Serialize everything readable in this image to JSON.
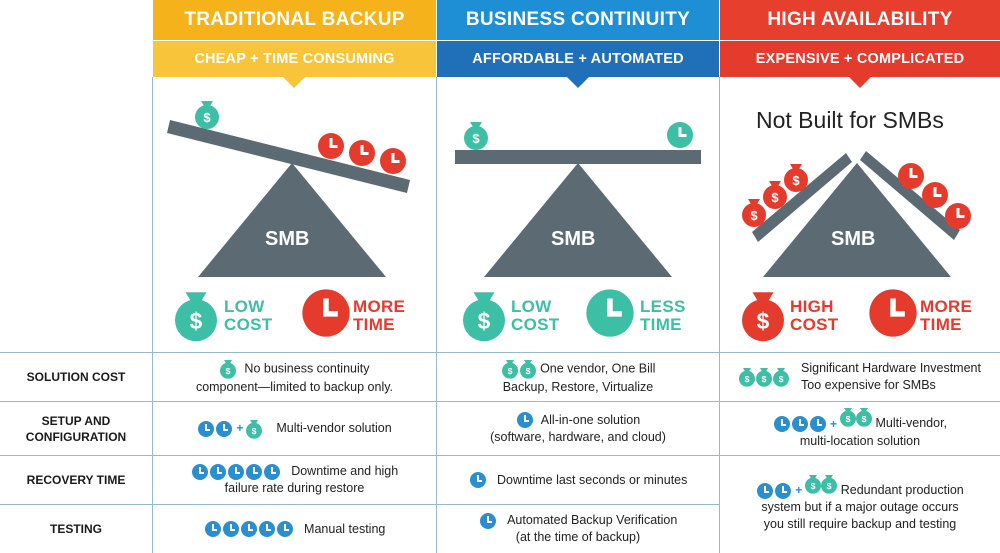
{
  "columns": [
    {
      "title": "TRADITIONAL BACKUP",
      "subtitle": "CHEAP + TIME CONSUMING",
      "center_label": "SMB",
      "cost_label": [
        "LOW",
        "COST"
      ],
      "time_label": [
        "MORE",
        "TIME"
      ],
      "header_color": "#f6b21b",
      "sub_color": "#f8c43a"
    },
    {
      "title": "BUSINESS CONTINUITY",
      "subtitle": "AFFORDABLE + AUTOMATED",
      "center_label": "SMB",
      "cost_label": [
        "LOW",
        "COST"
      ],
      "time_label": [
        "LESS",
        "TIME"
      ],
      "header_color": "#1e8fd5",
      "sub_color": "#1f70b8"
    },
    {
      "title": "HIGH AVAILABILITY",
      "subtitle": "EXPENSIVE + COMPLICATED",
      "center_label": "SMB",
      "cost_label": [
        "HIGH",
        "COST"
      ],
      "time_label": [
        "MORE",
        "TIME"
      ],
      "header_color": "#e63f2e",
      "sub_color": "#e53b2d",
      "note": "Not Built for SMBs"
    }
  ],
  "rows": [
    {
      "label": [
        "SOLUTION COST"
      ],
      "cells": [
        [
          "No business continuity",
          "component—limited to backup only."
        ],
        [
          "One vendor, One Bill",
          "Backup, Restore, Virtualize"
        ],
        [
          "Significant Hardware Investment",
          "Too expensive for SMBs"
        ]
      ]
    },
    {
      "label": [
        "SETUP AND",
        "CONFIGURATION"
      ],
      "cells": [
        [
          "Multi-vendor solution"
        ],
        [
          "All-in-one solution",
          "(software, hardware, and cloud)"
        ],
        [
          "Multi-vendor,",
          "multi-location solution"
        ]
      ]
    },
    {
      "label": [
        "RECOVERY TIME"
      ],
      "cells": [
        [
          "Downtime and high",
          "failure rate during restore"
        ],
        [
          "Downtime last seconds or minutes"
        ],
        [
          "Redundant production",
          "system but if a major outage occurs",
          "you still require backup and testing"
        ]
      ]
    },
    {
      "label": [
        "TESTING"
      ],
      "cells": [
        [
          "Manual testing"
        ],
        [
          "Automated Backup Verification",
          "(at the time of backup)"
        ]
      ]
    }
  ],
  "plus_sign": "+",
  "colors": {
    "teal": "#3dbfa5",
    "red": "#e53b2d",
    "slate": "#5c6b73",
    "blue_icon": "#2a8fd1",
    "grid_line": "#9ab8cc"
  },
  "icons": [
    "money-bag-icon",
    "clock-icon"
  ]
}
